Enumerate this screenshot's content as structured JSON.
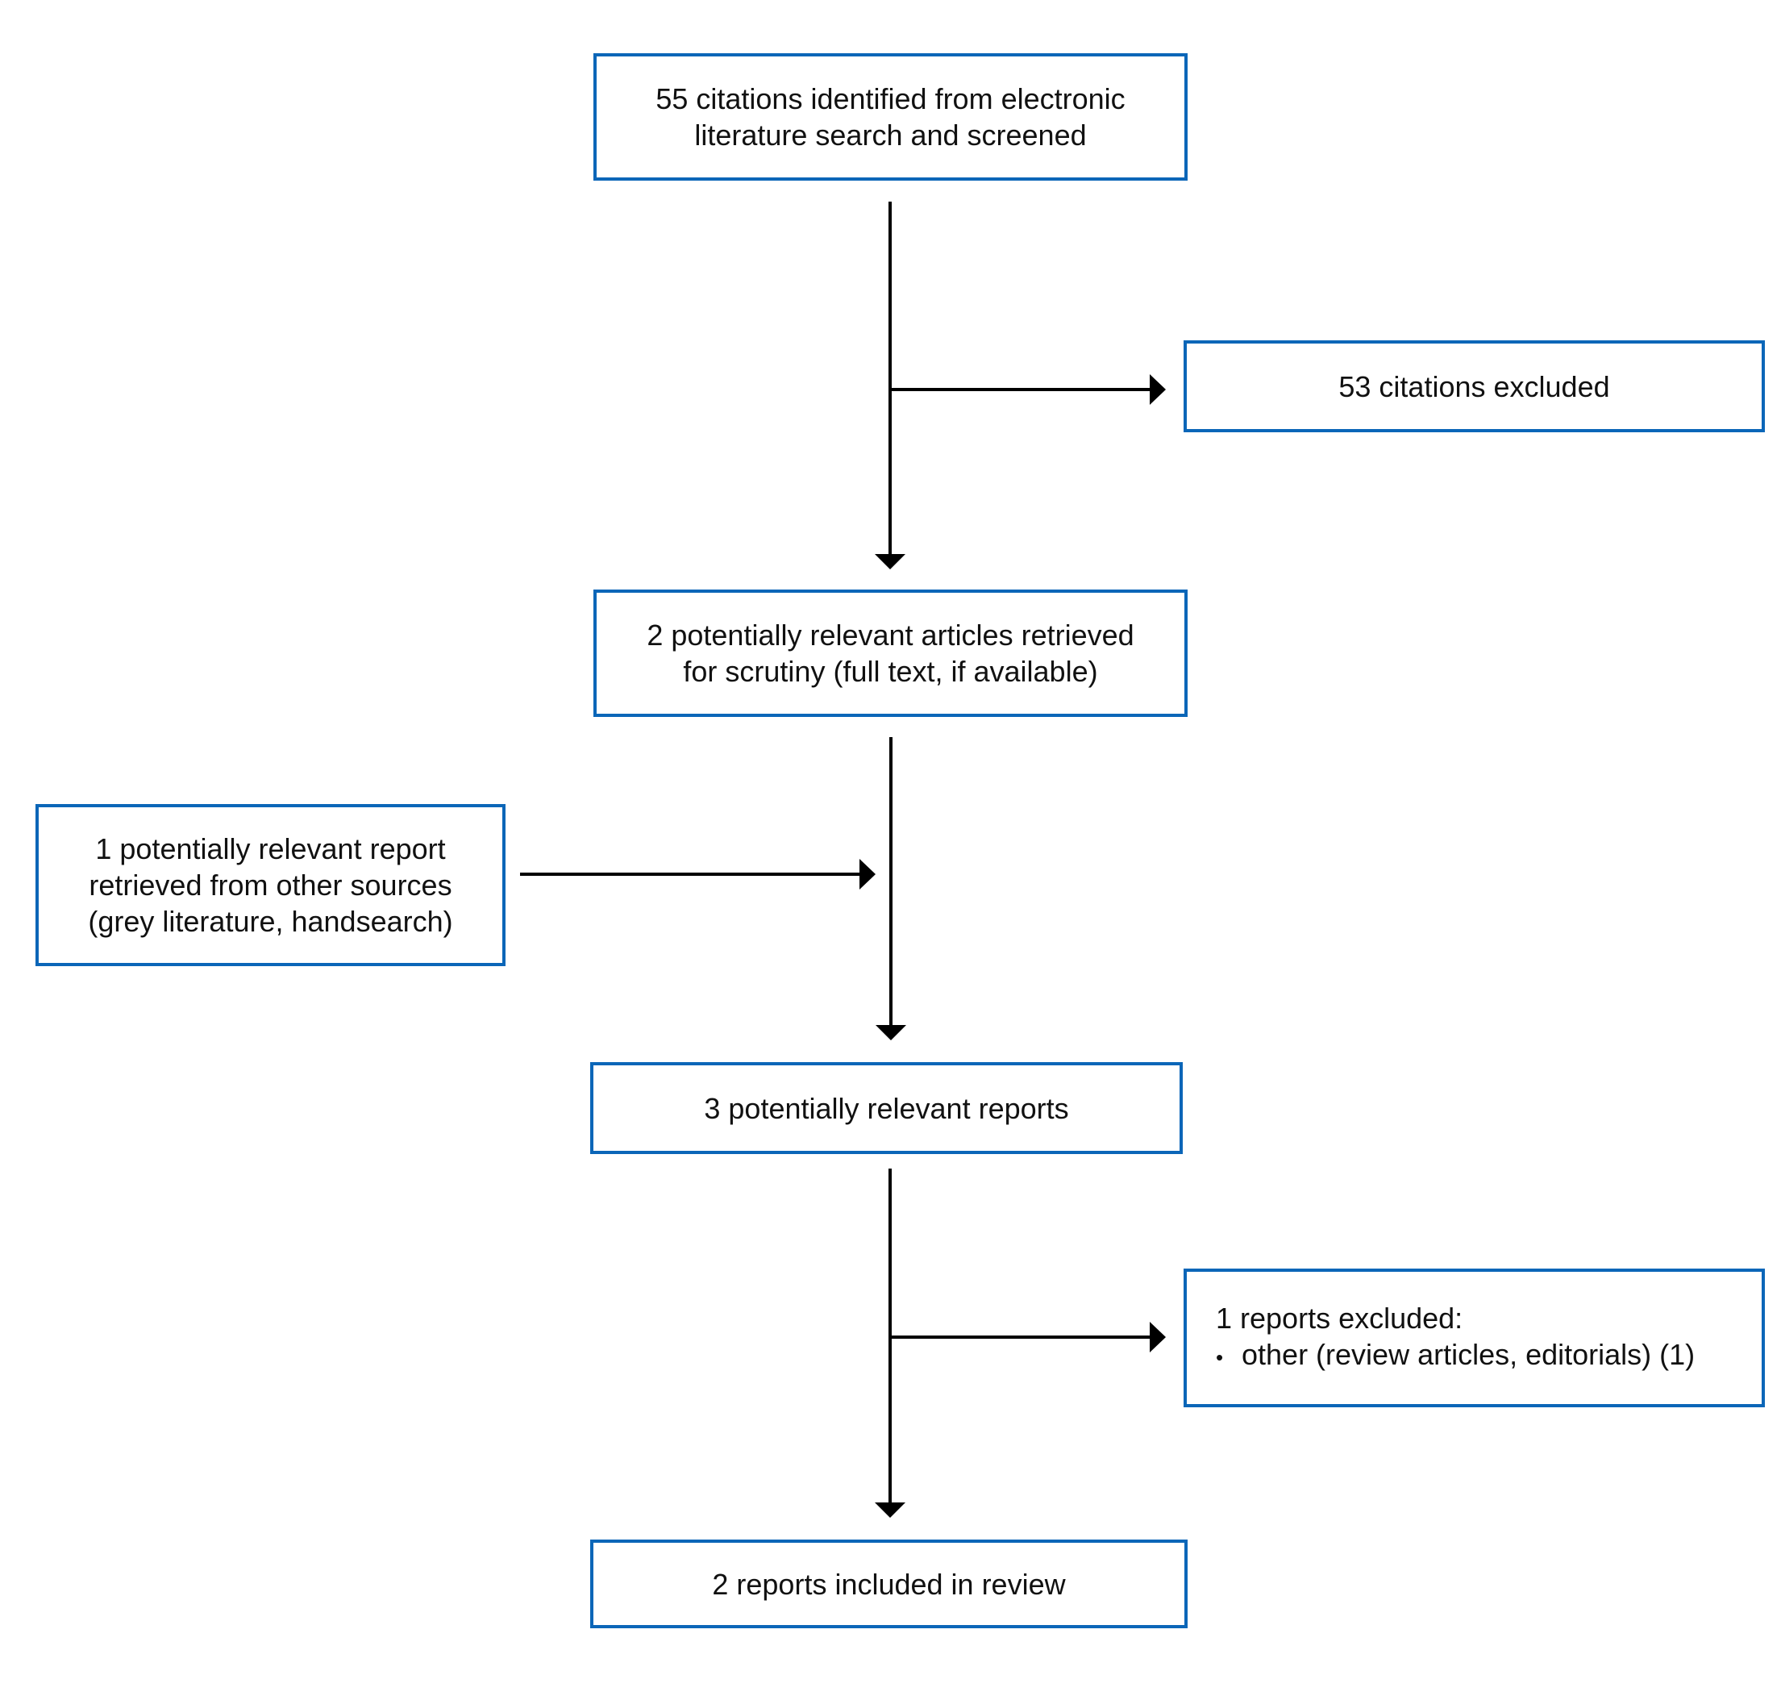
{
  "flowchart": {
    "identified": {
      "lines": [
        "55 citations identified from electronic",
        "literature search and screened"
      ]
    },
    "excluded_citations": {
      "lines": [
        "53 citations excluded"
      ]
    },
    "retrieved_articles": {
      "lines": [
        "2 potentially relevant articles retrieved",
        "for scrutiny (full text, if available)"
      ]
    },
    "other_sources": {
      "lines": [
        "1 potentially relevant report",
        "retrieved from other sources",
        "(grey literature, handsearch)"
      ]
    },
    "relevant_reports": {
      "lines": [
        "3 potentially relevant reports"
      ]
    },
    "excluded_reports": {
      "heading": "1 reports excluded:",
      "bullet": "•",
      "items": [
        "other (review articles, editorials) (1)"
      ]
    },
    "included": {
      "lines": [
        "2 reports included in review"
      ]
    }
  },
  "colors": {
    "box_border": "#0b66b8",
    "connector": "#000000"
  }
}
